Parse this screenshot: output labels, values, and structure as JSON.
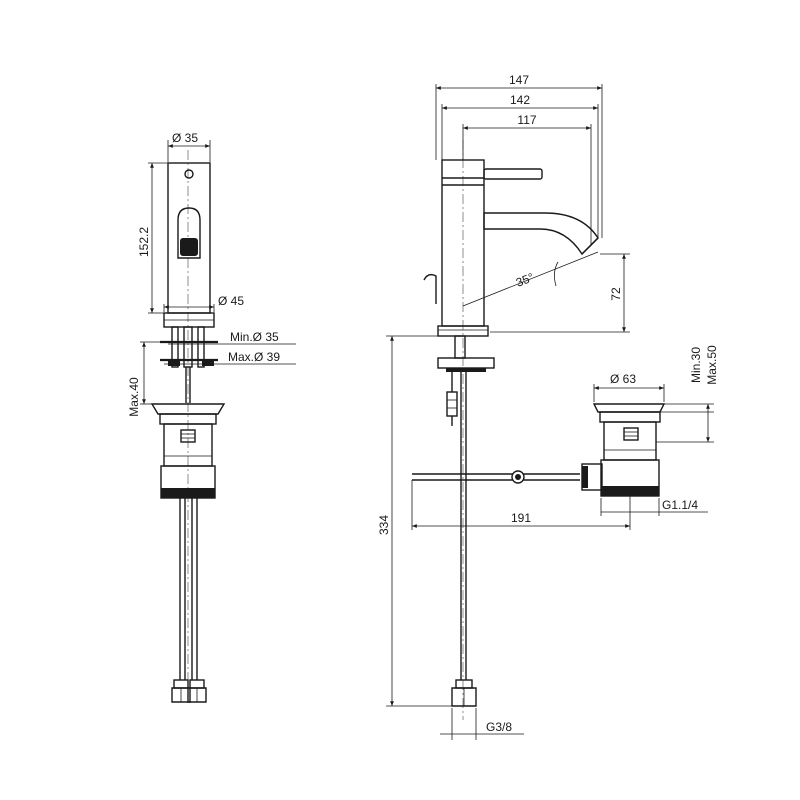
{
  "drawing": {
    "dimensions": {
      "d35": "Ø 35",
      "h152": "152.2",
      "d45": "Ø 45",
      "min35": "Min.Ø 35",
      "max39": "Max.Ø 39",
      "max40": "Max.40",
      "w147": "147",
      "w142": "142",
      "w117": "117",
      "angle35": "35°",
      "h72": "72",
      "h334": "334",
      "d63": "Ø 63",
      "min30": "Min.30",
      "max50": "Max.50",
      "l191": "191",
      "g114": "G1.1/4",
      "g38": "G3/8"
    }
  }
}
